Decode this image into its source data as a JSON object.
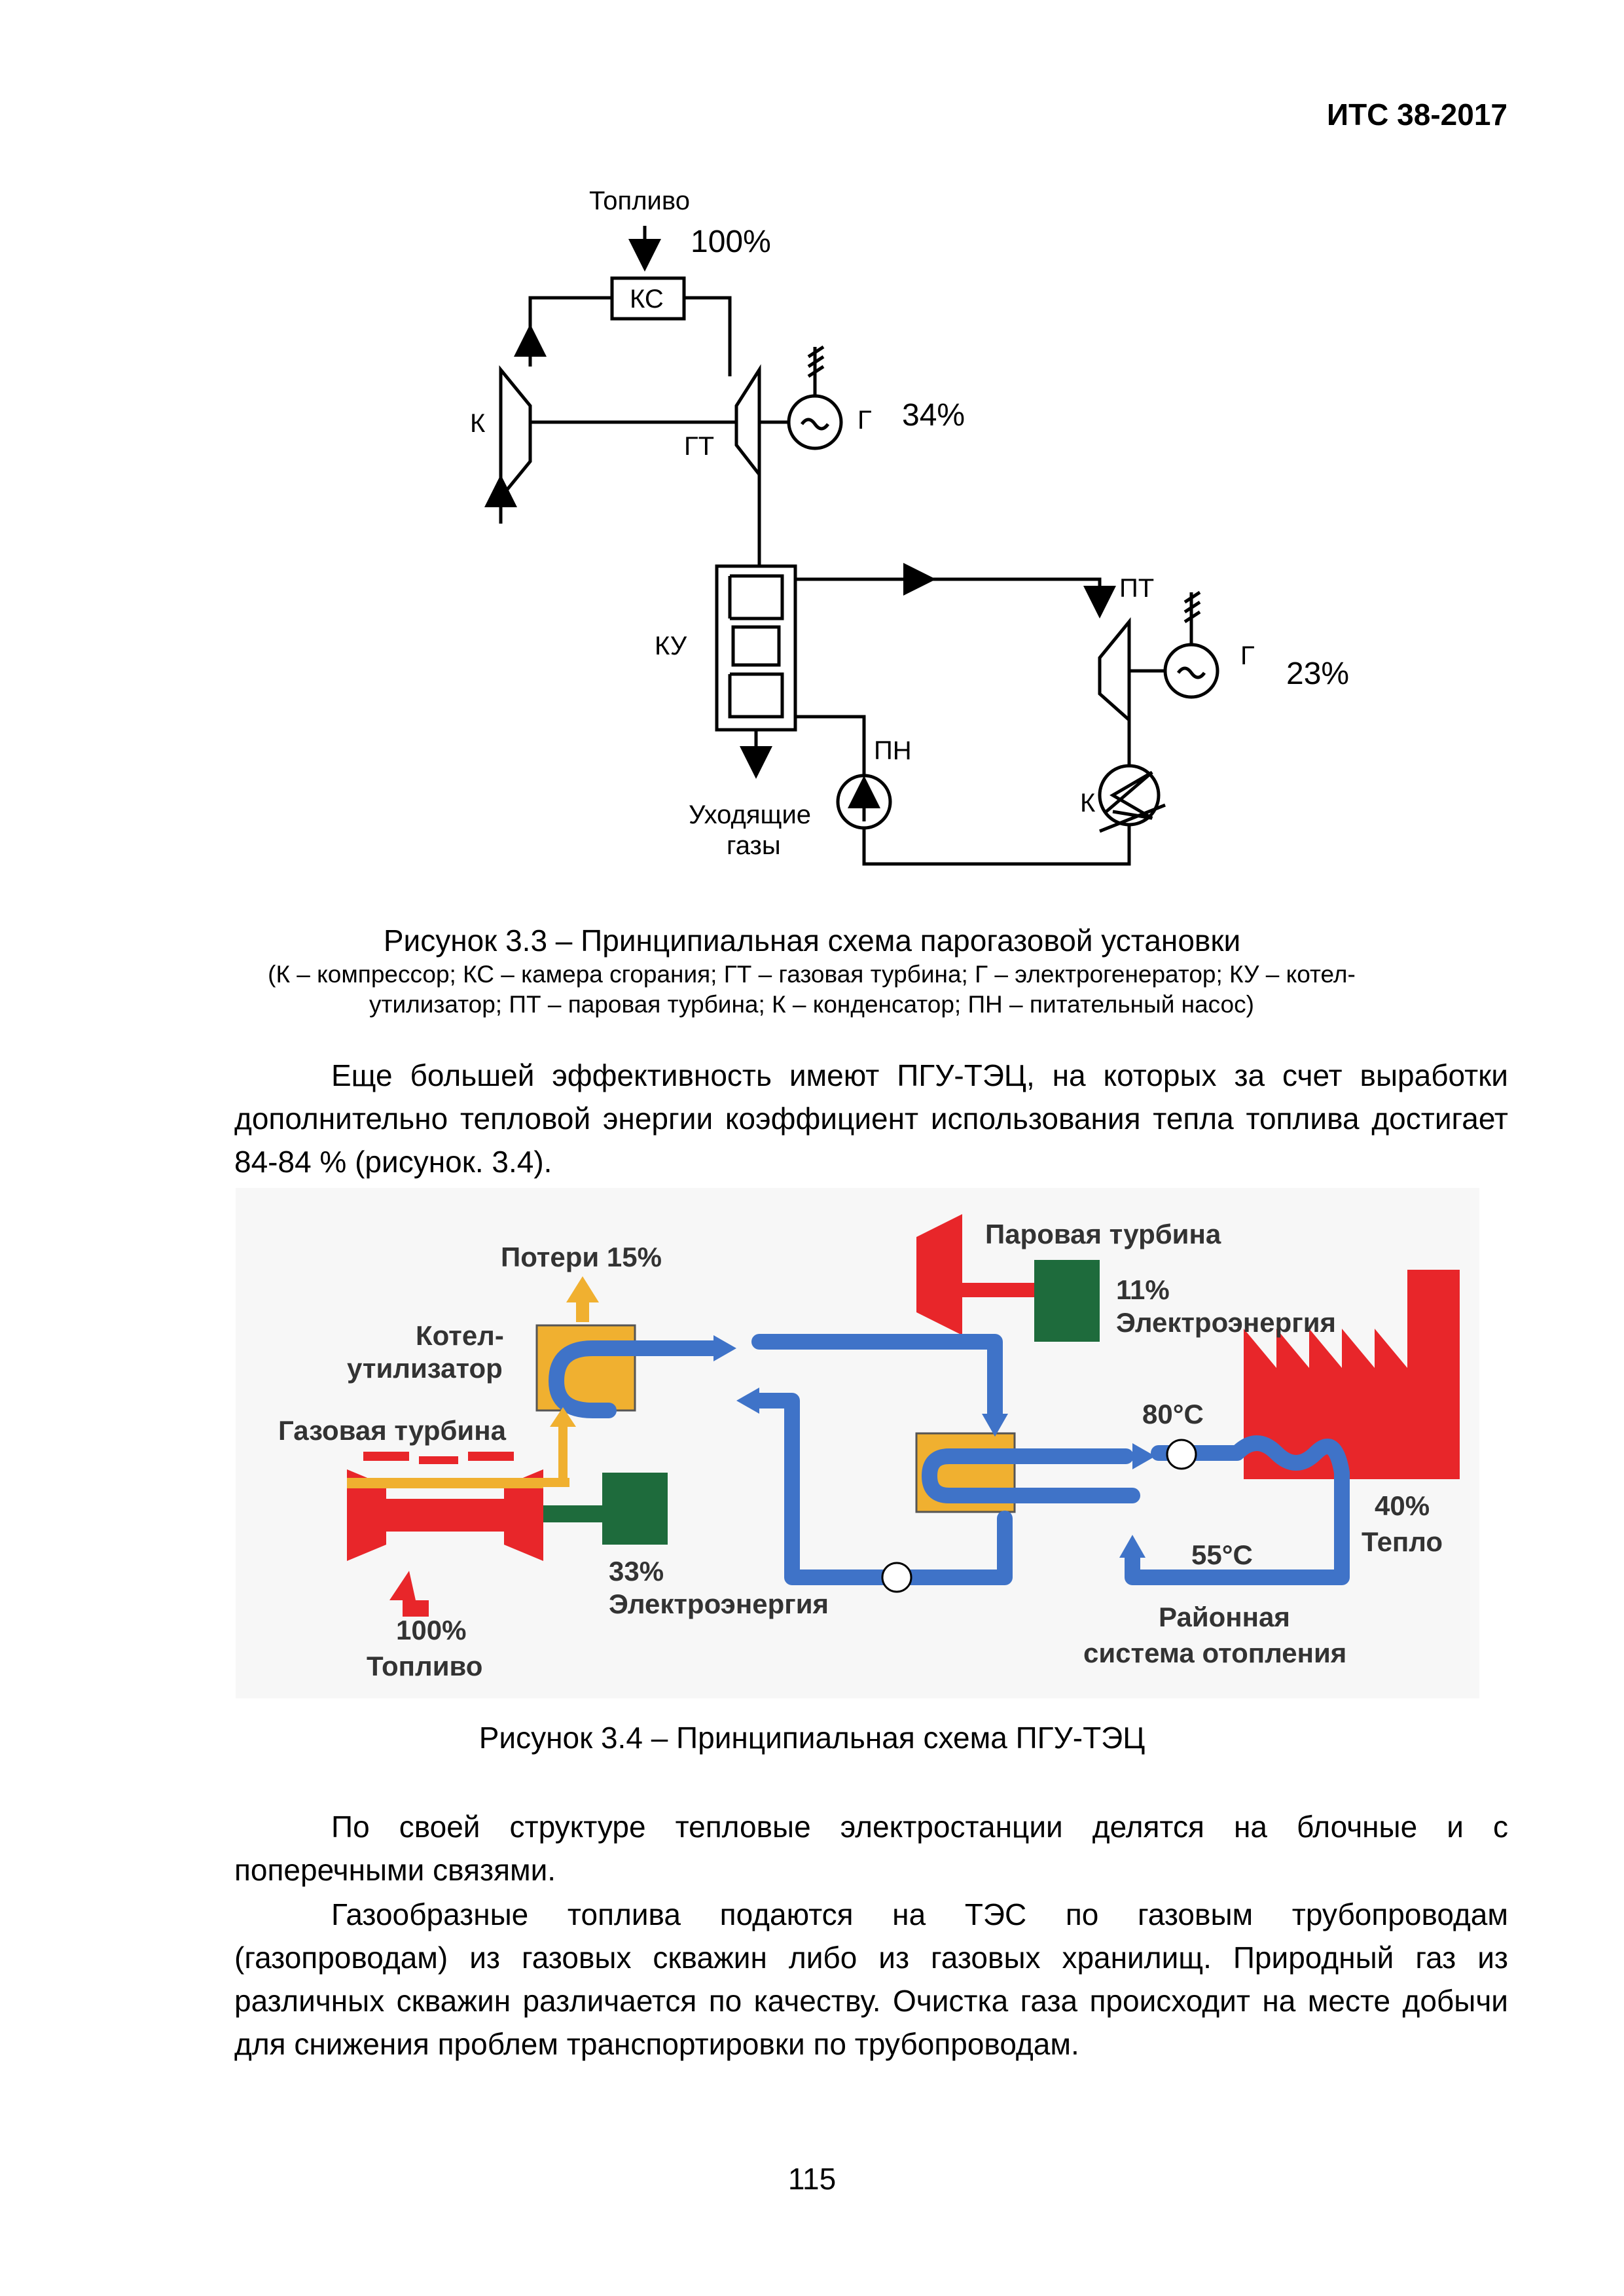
{
  "header": {
    "doc_code": "ИТС 38-2017"
  },
  "figure1": {
    "labels": {
      "fuel": "Топливо",
      "fuel_pct": "100%",
      "ks": "КС",
      "k_compressor": "К",
      "gt": "ГТ",
      "g1": "Г",
      "gen1_pct": "34%",
      "ku": "КУ",
      "pt": "ПТ",
      "g2": "Г",
      "gen2_pct": "23%",
      "pn": "ПН",
      "k_condenser": "К",
      "exhaust_line1": "Уходящие",
      "exhaust_line2": "газы"
    },
    "caption": "Рисунок 3.3 – Принципиальная схема парогазовой установки",
    "caption_note": "(К – компрессор; КС – камера сгорания; ГТ – газовая турбина; Г – электрогенератор; КУ – котел-утилизатор; ПТ – паровая турбина; К – конденсатор; ПН – питательный насос)"
  },
  "paragraph1": "Еще большей эффективность имеют ПГУ-ТЭЦ, на которых за счет выработки дополнительно тепловой энергии коэффициент использования тепла топлива достигает 84-84 % (рисунок. 3.4).",
  "figure2": {
    "labels": {
      "losses": "Потери 15%",
      "boiler_line1": "Котел-",
      "boiler_line2": "утилизатор",
      "gas_turbine": "Газовая турбина",
      "steam_turbine": "Паровая турбина",
      "elec11_pct": "11%",
      "elec11_label": "Электроэнергия",
      "temp80": "80°С",
      "temp55": "55°С",
      "heat_pct": "40%",
      "heat_label": "Тепло",
      "district_line1": "Районная",
      "district_line2": "система отопления",
      "elec33_pct": "33%",
      "elec33_label": "Электроэнергия",
      "fuel_pct": "100%",
      "fuel_label": "Топливо"
    },
    "colors": {
      "red": "#e8262a",
      "blue": "#3f73c8",
      "orange": "#f0b030",
      "green": "#1e6b3c"
    },
    "caption": "Рисунок 3.4 – Принципиальная схема ПГУ-ТЭЦ"
  },
  "paragraph2": "По своей структуре тепловые электростанции делятся на блочные и с поперечными связями.",
  "paragraph3": "Газообразные топлива подаются на ТЭС по газовым трубопроводам (газопроводам) из газовых скважин либо из газовых хранилищ. Природный газ из различных скважин различается по качеству. Очистка газа происходит на месте добычи для снижения проблем транспортировки по трубопроводам.",
  "page_number": "115"
}
